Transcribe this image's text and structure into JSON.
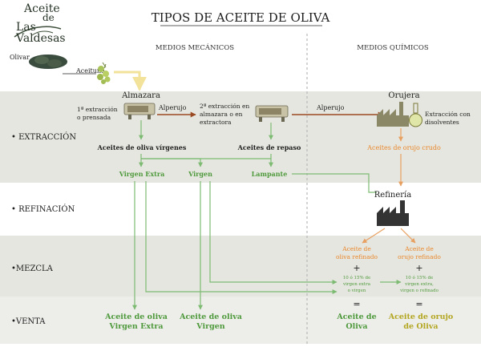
{
  "logo": {
    "line1": "Aceite",
    "line2": "de",
    "line3": "Las",
    "line4": "Valdesas"
  },
  "title": "TIPOS DE ACEITE DE OLIVA",
  "columns": {
    "mechanical": "MEDIOS MECÁNICOS",
    "chemical": "MEDIOS QUÍMICOS"
  },
  "stages": [
    "• EXTRACCIÓN",
    "• REFINACIÓN",
    "•MEZCLA",
    "•VENTA"
  ],
  "inputs": {
    "olivar": "Olivar",
    "aceituna": "Aceituna"
  },
  "nodes": {
    "almazara": "Almazara",
    "first_extraction": [
      "1ª extracción",
      "o prensada"
    ],
    "alperujo_1": "Alperujo",
    "second_extraction": [
      "2ª extracción en",
      "almazara o en",
      "extractora"
    ],
    "alperujo_2": "Alperujo",
    "orujera": "Orujera",
    "solvent_extraction": [
      "Extracción con",
      "disolventes"
    ],
    "refineria": "Refinería"
  },
  "products": {
    "virgin_oils": "Aceites de oliva vírgenes",
    "repaso_oils": "Aceites de repaso",
    "orujo_crudo": "Aceites de orujo crudo",
    "virgen_extra": "Virgen Extra",
    "virgen": "Virgen",
    "lampante": "Lampante"
  },
  "mezcla": {
    "refined_olive": [
      "Aceite de",
      "oliva refinado"
    ],
    "refined_orujo": [
      "Aceite de",
      "orujo refinado"
    ],
    "plus": "+",
    "equals": "=",
    "blend_olive": [
      "10 ó 15% de",
      "virgen extra",
      "o virgen"
    ],
    "blend_orujo": [
      "10 ó 15% de",
      "virgen extra,",
      "virgen o refinado"
    ]
  },
  "sales": {
    "ave": [
      "Aceite de oliva",
      "Virgen Extra"
    ],
    "av": [
      "Aceite de oliva",
      "Virgen"
    ],
    "ao": [
      "Aceite de",
      "Oliva"
    ],
    "aoo": [
      "Aceite de orujo",
      "de Oliva"
    ]
  },
  "colors": {
    "green": "#4f9a3c",
    "arrow_green": "#7dbb73",
    "orange": "#e8882c",
    "olive": "#b3a722",
    "band": "#e6e6e0",
    "band_alt": "#f0f0ec",
    "dark": "#262626",
    "brown_arrow": "#9a4a22"
  }
}
